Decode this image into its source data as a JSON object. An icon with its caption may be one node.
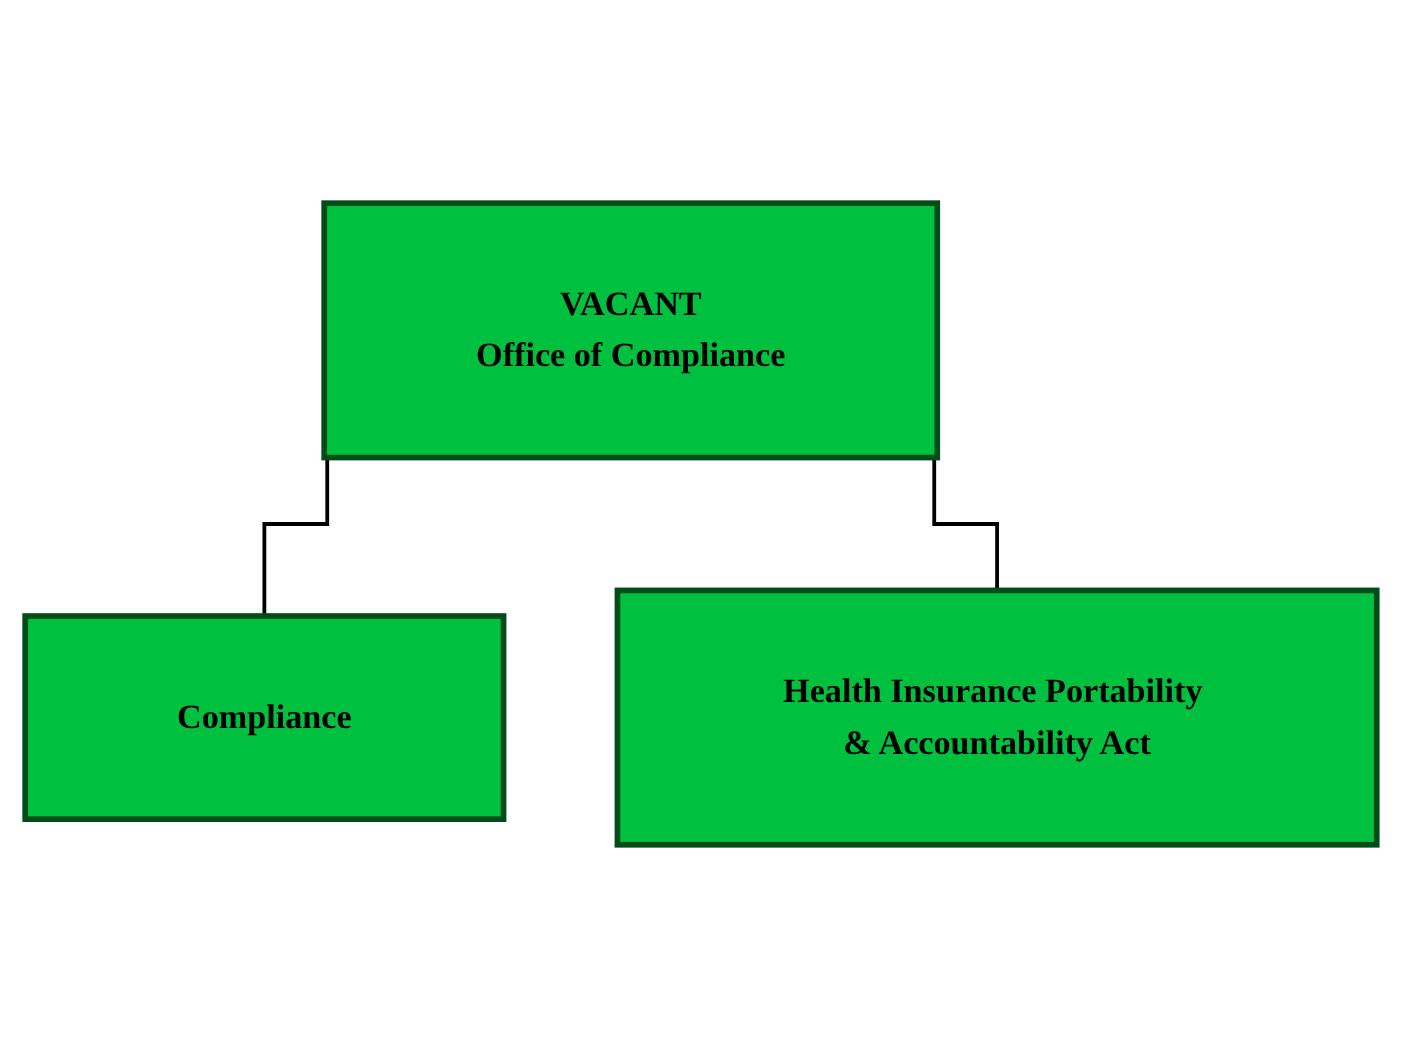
{
  "diagram": {
    "nodes": [
      {
        "text": [
          "VACANT",
          "Office of Compliance"
        ]
      },
      {
        "text": [
          "Compliance"
        ]
      },
      {
        "text": [
          "Health Insurance Portability & Accountability Act"
        ]
      }
    ],
    "edges": [
      {
        "from": 0,
        "to": 1,
        "arrow": "none"
      },
      {
        "from": 0,
        "to": 2,
        "arrow": "none"
      }
    ]
  }
}
